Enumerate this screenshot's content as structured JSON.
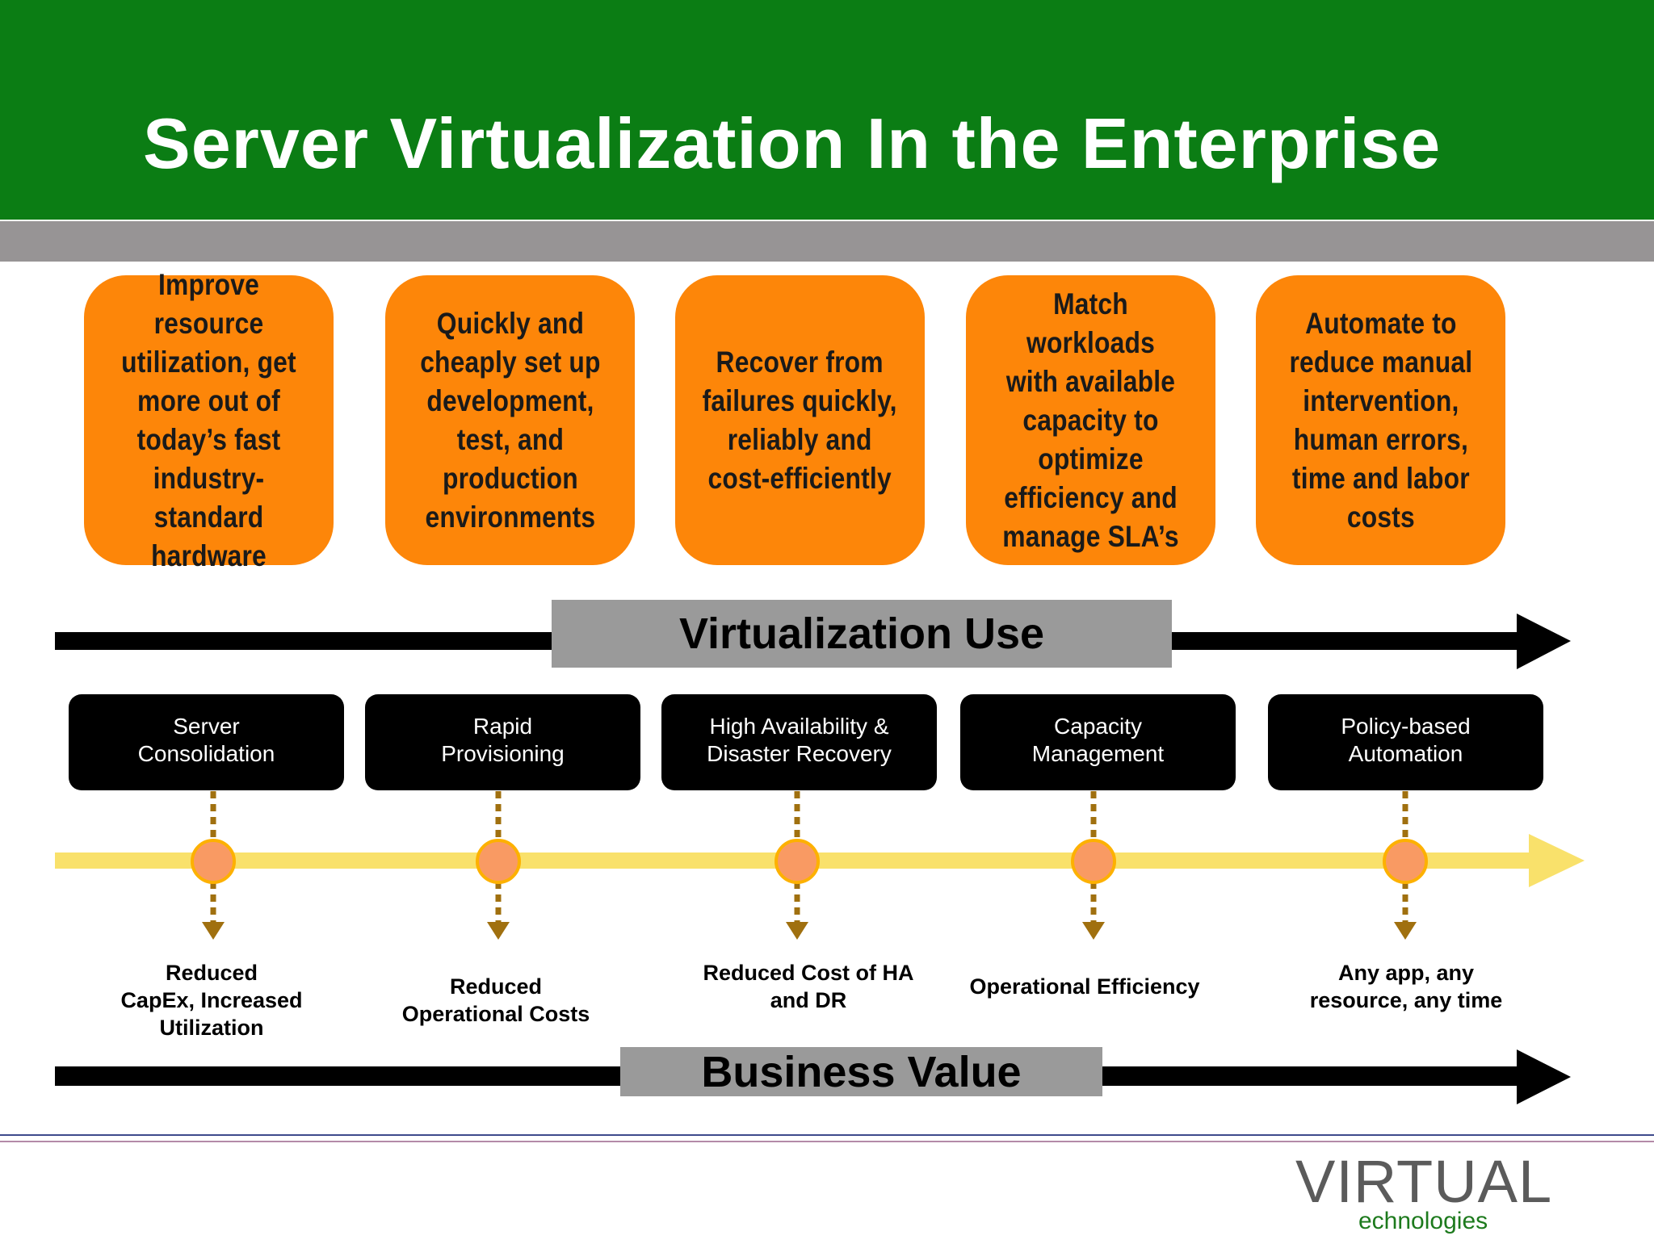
{
  "title": "Server Virtualization In the Enterprise",
  "goals": [
    "Improve resource\nutilization, get\nmore out of\ntoday’s fast\nindustry-standard\nhardware",
    "Quickly and\ncheaply set up\ndevelopment,\ntest, and\nproduction\nenvironments",
    "Recover from\nfailures quickly,\nreliably and\ncost-efficiently",
    "Match workloads\nwith available\ncapacity to\noptimize\nefficiency and\nmanage SLA’s",
    "Automate to\nreduce manual\nintervention,\nhuman errors,\ntime and labor\ncosts"
  ],
  "virtualization_use_label": "Virtualization Use",
  "capabilities": [
    "Server\nConsolidation",
    "Rapid\nProvisioning",
    "High Availability &\nDisaster Recovery",
    "Capacity\nManagement",
    "Policy-based\nAutomation"
  ],
  "business_values": [
    "Reduced\nCapEx, Increased\nUtilization",
    "Reduced\nOperational  Costs",
    "Reduced Cost of HA\nand DR",
    "Operational Efficiency",
    "Any app, any\nresource, any time"
  ],
  "business_value_label": "Business Value",
  "logo": {
    "main": "VIRTUAL",
    "sub": "echnologies"
  },
  "colors": {
    "header_green": "#0b7d14",
    "goal_orange": "#fd8609",
    "timeline_yellow": "#f9e16b",
    "node_orange": "#f99a63",
    "dotted_brown": "#a0700f",
    "label_gray": "#9a9a9a"
  }
}
